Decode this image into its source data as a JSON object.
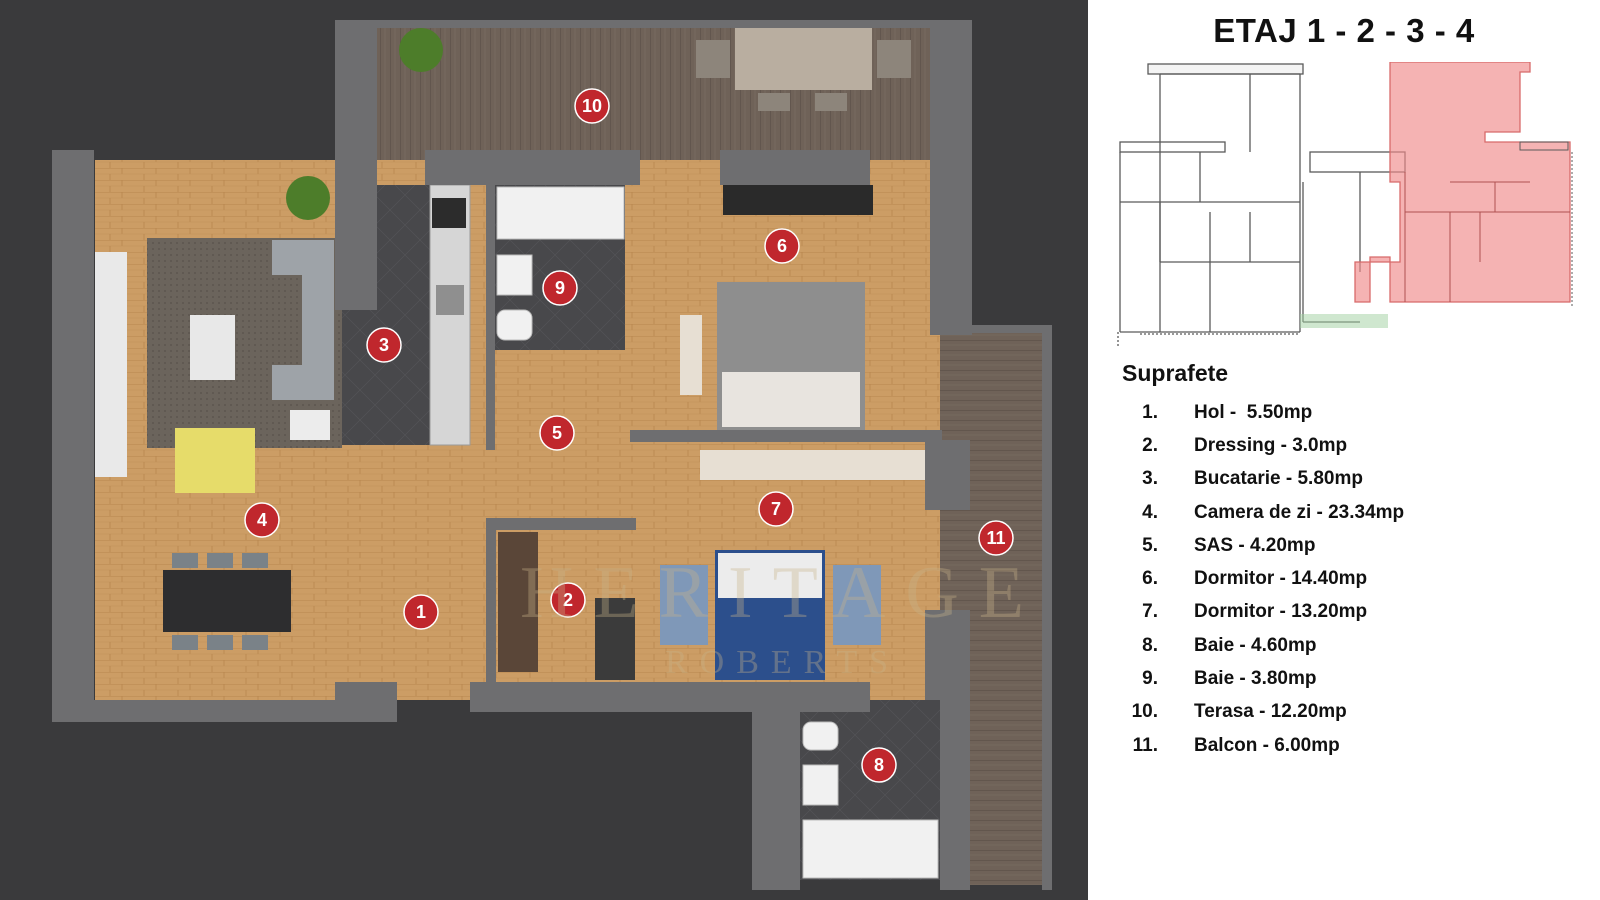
{
  "floor_title": "ETAJ 1 - 2 - 3 - 4",
  "areas_heading": "Suprafete",
  "areas": [
    {
      "num": "1.",
      "label": "Hol -  5.50mp"
    },
    {
      "num": "2.",
      "label": "Dressing - 3.0mp"
    },
    {
      "num": "3.",
      "label": "Bucatarie - 5.80mp"
    },
    {
      "num": "4.",
      "label": "Camera de zi - 23.34mp"
    },
    {
      "num": "5.",
      "label": "SAS - 4.20mp"
    },
    {
      "num": "6.",
      "label": "Dormitor - 14.40mp"
    },
    {
      "num": "7.",
      "label": "Dormitor - 13.20mp"
    },
    {
      "num": "8.",
      "label": "Baie - 4.60mp"
    },
    {
      "num": "9.",
      "label": "Baie - 3.80mp"
    },
    {
      "num": "10.",
      "label": "Terasa - 12.20mp"
    },
    {
      "num": "11.",
      "label": "Balcon - 6.00mp"
    }
  ],
  "markers": [
    "1",
    "2",
    "3",
    "4",
    "5",
    "6",
    "7",
    "8",
    "9",
    "10",
    "11"
  ],
  "watermark": {
    "main": "HERITAGE",
    "sub": "ROBERTS"
  },
  "colors": {
    "background": "#3a3a3c",
    "wall": "#6e6e70",
    "wood_floor": "#c99a62",
    "deck": "#6f6258",
    "tile": "#4a4a4c",
    "marker": "#c0272d",
    "highlight": "#f08a8a"
  }
}
